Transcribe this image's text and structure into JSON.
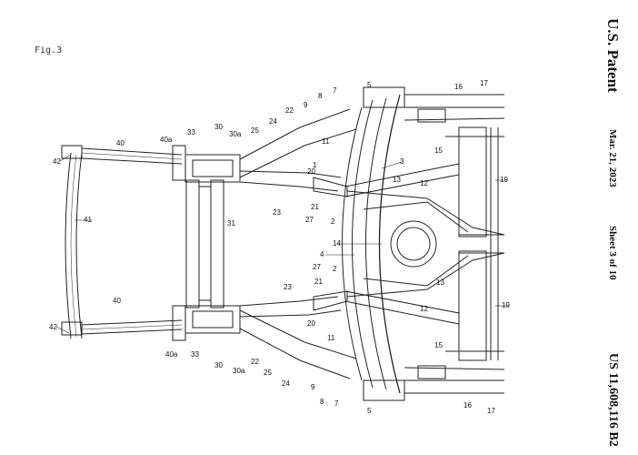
{
  "figure": {
    "label": "Fig.3"
  },
  "header": {
    "title": "U.S. Patent",
    "date": "Mar. 21, 2023",
    "sheet": "Sheet 3 of 10",
    "patent_number": "US 11,608,116 B2"
  },
  "reference_numerals": {
    "n1": "1",
    "n2a": "2",
    "n2b": "2",
    "n3": "3",
    "n4": "4",
    "n5a": "5",
    "n5b": "5",
    "n7a": "7",
    "n7b": "7",
    "n8a": "8",
    "n8b": "8",
    "n9a": "9",
    "n9b": "9",
    "n11a": "11",
    "n11b": "11",
    "n12a": "12",
    "n12b": "12",
    "n13a": "13",
    "n13b": "13",
    "n14": "14",
    "n15a": "15",
    "n15b": "15",
    "n16a": "16",
    "n16b": "16",
    "n17a": "17",
    "n17b": "17",
    "n19a": "19",
    "n19b": "19",
    "n20a": "20",
    "n20b": "20",
    "n21a": "21",
    "n21b": "21",
    "n22a": "22",
    "n22b": "22",
    "n23a": "23",
    "n23b": "23",
    "n24a": "24",
    "n24b": "24",
    "n25a": "25",
    "n25b": "25",
    "n27a": "27",
    "n27b": "27",
    "n30a": "30",
    "n30b": "30",
    "n30aa": "30a",
    "n30ab": "30a",
    "n31": "31",
    "n33a": "33",
    "n33b": "33",
    "n40a": "40",
    "n40b": "40",
    "n40aa": "40a",
    "n40ab": "40a",
    "n41": "41",
    "n42a": "42",
    "n42b": "42"
  }
}
